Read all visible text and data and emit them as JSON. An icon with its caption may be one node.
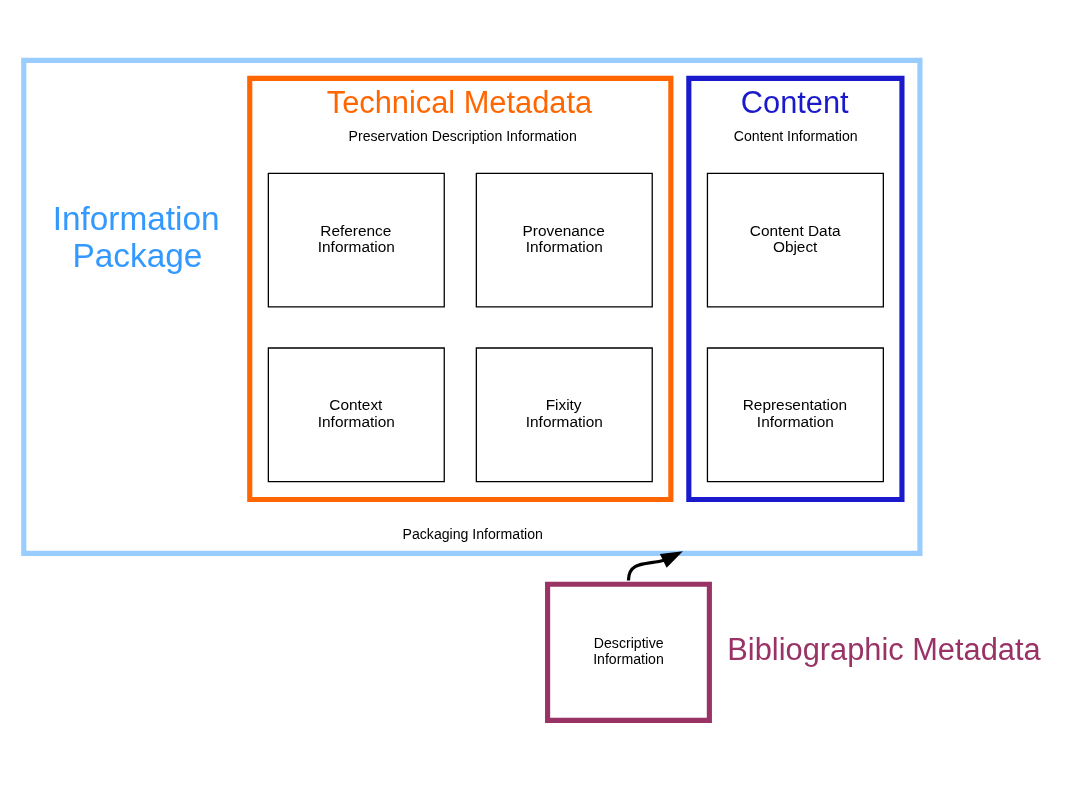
{
  "diagram": {
    "nodes": [
      {
        "text": [
          "Information Package",
          "Packaging Information"
        ]
      },
      {
        "text": [
          "Content",
          "Content Information"
        ],
        "in": 0
      },
      {
        "text": [
          "Content Data Object"
        ],
        "in": 1
      },
      {
        "text": [
          "Representation Information"
        ],
        "in": 1
      },
      {
        "text": [
          "Technical Metadata",
          "Preservation Description Information"
        ],
        "in": 0
      },
      {
        "text": [
          "Reference Information"
        ],
        "in": 4
      },
      {
        "text": [
          "Provenance Information"
        ],
        "in": 4
      },
      {
        "text": [
          "Context Information"
        ],
        "in": 4
      },
      {
        "text": [
          "Fixity Information"
        ],
        "in": 4
      },
      {
        "text": [
          "Descriptive Information",
          "Bibliographic Metadata"
        ]
      }
    ],
    "edges": [
      {
        "from": 9,
        "to": 0,
        "arrow": "to"
      }
    ]
  }
}
